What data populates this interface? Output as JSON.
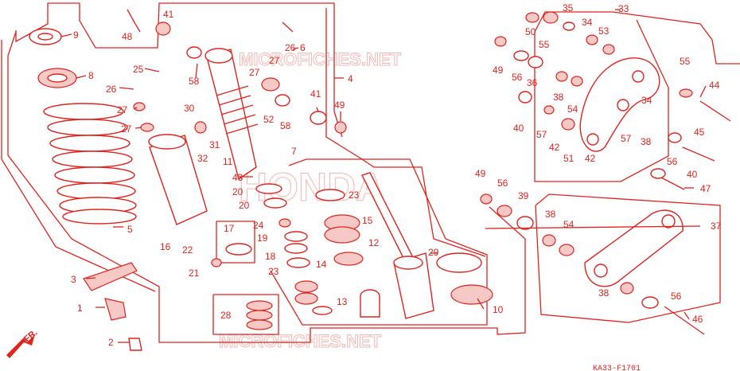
{
  "diagram_code": "KA33-F1701",
  "front_label": "FR.",
  "watermarks": {
    "brand": "HONDA",
    "site": "MICROFICHES.NET"
  },
  "colors": {
    "line": "#e0231c",
    "fill": "#f6c9c6",
    "watermark": "#f3b6b2"
  },
  "callouts": [
    {
      "id": "c48",
      "text": "48"
    },
    {
      "id": "c41a",
      "text": "41"
    },
    {
      "id": "c9",
      "text": "9"
    },
    {
      "id": "c8",
      "text": "8"
    },
    {
      "id": "c26a",
      "text": "26"
    },
    {
      "id": "c27a",
      "text": "27"
    },
    {
      "id": "c27b",
      "text": "27"
    },
    {
      "id": "c25",
      "text": "25"
    },
    {
      "id": "c58a",
      "text": "58"
    },
    {
      "id": "c30",
      "text": "30"
    },
    {
      "id": "c31",
      "text": "31"
    },
    {
      "id": "c32",
      "text": "32"
    },
    {
      "id": "c11",
      "text": "11"
    },
    {
      "id": "c5",
      "text": "5"
    },
    {
      "id": "c43",
      "text": "43"
    },
    {
      "id": "c20a",
      "text": "20"
    },
    {
      "id": "c20b",
      "text": "20"
    },
    {
      "id": "c26b",
      "text": "26"
    },
    {
      "id": "c6",
      "text": "6"
    },
    {
      "id": "c27c",
      "text": "27"
    },
    {
      "id": "c27d",
      "text": "27"
    },
    {
      "id": "c4",
      "text": "4"
    },
    {
      "id": "c52",
      "text": "52"
    },
    {
      "id": "c58b",
      "text": "58"
    },
    {
      "id": "c41b",
      "text": "41"
    },
    {
      "id": "c49a",
      "text": "49"
    },
    {
      "id": "c7",
      "text": "7"
    },
    {
      "id": "c23a",
      "text": "23"
    },
    {
      "id": "c15",
      "text": "15"
    },
    {
      "id": "c24",
      "text": "24"
    },
    {
      "id": "c19",
      "text": "19"
    },
    {
      "id": "c17",
      "text": "17"
    },
    {
      "id": "c12",
      "text": "12"
    },
    {
      "id": "c18",
      "text": "18"
    },
    {
      "id": "c16",
      "text": "16"
    },
    {
      "id": "c22",
      "text": "22"
    },
    {
      "id": "c14",
      "text": "14"
    },
    {
      "id": "c23b",
      "text": "23"
    },
    {
      "id": "c21",
      "text": "21"
    },
    {
      "id": "c3",
      "text": "3"
    },
    {
      "id": "c1",
      "text": "1"
    },
    {
      "id": "c13",
      "text": "13"
    },
    {
      "id": "c28",
      "text": "28"
    },
    {
      "id": "c29",
      "text": "29"
    },
    {
      "id": "c10",
      "text": "10"
    },
    {
      "id": "c2",
      "text": "2"
    },
    {
      "id": "c35",
      "text": "35"
    },
    {
      "id": "c33",
      "text": "33"
    },
    {
      "id": "c50",
      "text": "50"
    },
    {
      "id": "c34a",
      "text": "34"
    },
    {
      "id": "c53",
      "text": "53"
    },
    {
      "id": "c55a",
      "text": "55"
    },
    {
      "id": "c49b",
      "text": "49"
    },
    {
      "id": "c56a",
      "text": "56"
    },
    {
      "id": "c36",
      "text": "36"
    },
    {
      "id": "c55b",
      "text": "55"
    },
    {
      "id": "c44",
      "text": "44"
    },
    {
      "id": "c38a",
      "text": "38"
    },
    {
      "id": "c54a",
      "text": "54"
    },
    {
      "id": "c34b",
      "text": "34"
    },
    {
      "id": "c40a",
      "text": "40"
    },
    {
      "id": "c57a",
      "text": "57"
    },
    {
      "id": "c42a",
      "text": "42"
    },
    {
      "id": "c51",
      "text": "51"
    },
    {
      "id": "c42b",
      "text": "42"
    },
    {
      "id": "c57b",
      "text": "57"
    },
    {
      "id": "c38b",
      "text": "38"
    },
    {
      "id": "c45",
      "text": "45"
    },
    {
      "id": "c56b",
      "text": "56"
    },
    {
      "id": "c40b",
      "text": "40"
    },
    {
      "id": "c47",
      "text": "47"
    },
    {
      "id": "c49c",
      "text": "49"
    },
    {
      "id": "c56c",
      "text": "56"
    },
    {
      "id": "c39",
      "text": "39"
    },
    {
      "id": "c38c",
      "text": "38"
    },
    {
      "id": "c54b",
      "text": "54"
    },
    {
      "id": "c37",
      "text": "37"
    },
    {
      "id": "c38d",
      "text": "38"
    },
    {
      "id": "c56d",
      "text": "56"
    },
    {
      "id": "c46",
      "text": "46"
    }
  ]
}
